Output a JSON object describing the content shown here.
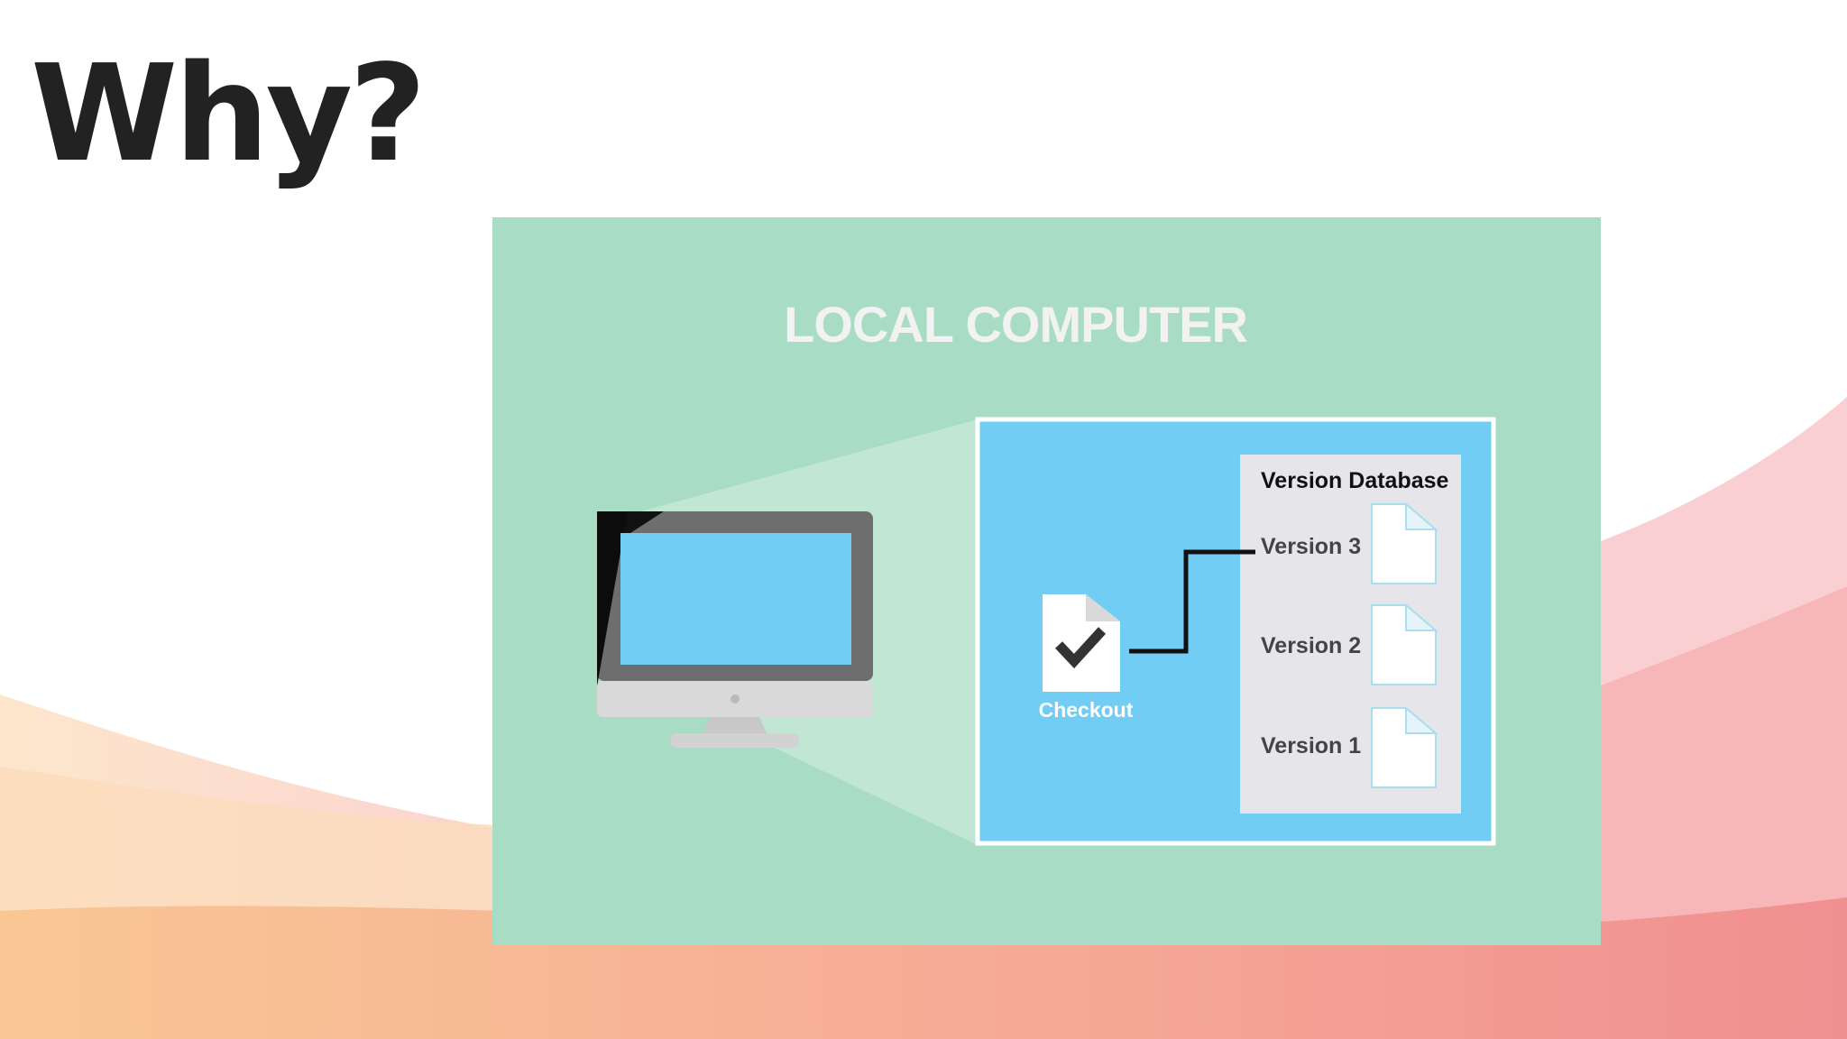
{
  "slide": {
    "title": "Why?"
  },
  "diagram": {
    "heading": "LOCAL COMPUTER",
    "database_title": "Version Database",
    "versions": [
      "Version 3",
      "Version 2",
      "Version 1"
    ],
    "checkout_label": "Checkout",
    "colors": {
      "panel": "#a8dcc4",
      "screen": "#72cdf4",
      "database": "#e6e6ea",
      "title": "#222222"
    },
    "icons": [
      "monitor-icon",
      "checkout-document-icon",
      "document-icon"
    ]
  }
}
